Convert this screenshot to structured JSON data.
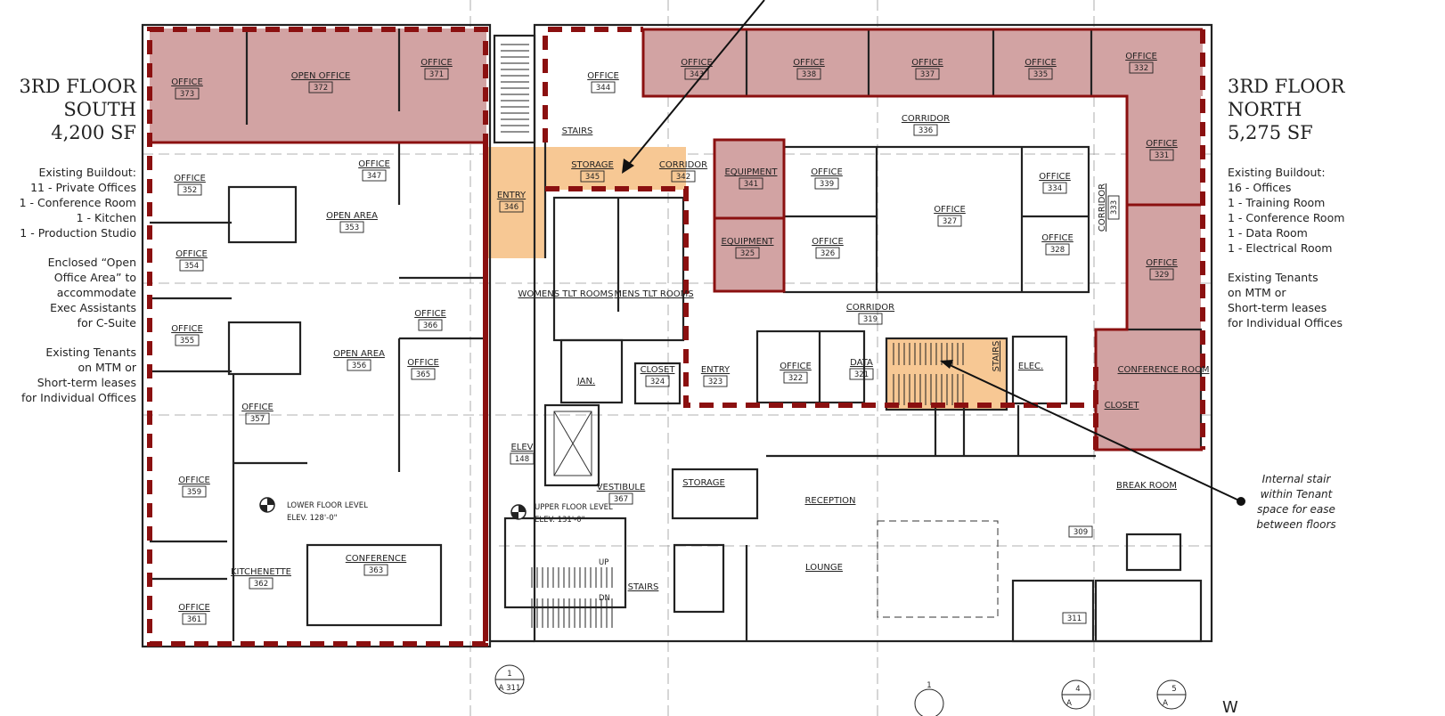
{
  "colors": {
    "leased_fill": "#d2a3a3",
    "highlight_fill": "#f7c894",
    "tenant_boundary": "#8b1010",
    "line": "#222222"
  },
  "south": {
    "title": [
      "3RD FLOOR",
      "SOUTH",
      "4,200 SF"
    ],
    "notes": [
      [
        "Existing Buildout:",
        "11 - Private Offices",
        "1 - Conference Room",
        "1 - Kitchen",
        "1 - Production Studio"
      ],
      [
        "Enclosed “Open",
        "Office Area” to",
        "accommodate",
        "Exec Assistants",
        "for C-Suite"
      ],
      [
        "Existing Tenants",
        "on MTM or",
        "Short-term leases",
        "for Individual Offices"
      ]
    ]
  },
  "north": {
    "title": [
      "3RD FLOOR",
      "NORTH",
      "5,275 SF"
    ],
    "notes": [
      [
        "Existing Buildout:",
        "16 - Offices",
        "1 - Training Room",
        "1 - Conference Room",
        "1 - Data Room",
        "1 - Electrical Room"
      ],
      [
        "Existing Tenants",
        "on MTM or",
        "Short-term leases",
        "for Individual Offices"
      ]
    ]
  },
  "callout": "Internal stair within Tenant space for ease between floors",
  "rooms": [
    {
      "label": "OFFICE",
      "number": "373",
      "shade": "leased"
    },
    {
      "label": "OPEN OFFICE",
      "number": "372",
      "shade": "leased"
    },
    {
      "label": "OFFICE",
      "number": "371",
      "shade": "leased"
    },
    {
      "label": "OFFICE",
      "number": "352"
    },
    {
      "label": "OFFICE",
      "number": "354"
    },
    {
      "label": "OFFICE",
      "number": "355"
    },
    {
      "label": "OFFICE",
      "number": "357"
    },
    {
      "label": "OFFICE",
      "number": "359"
    },
    {
      "label": "OFFICE",
      "number": "361"
    },
    {
      "label": "OPEN AREA",
      "number": "353"
    },
    {
      "label": "OPEN AREA",
      "number": "356"
    },
    {
      "label": "OFFICE",
      "number": "347"
    },
    {
      "label": "OFFICE",
      "number": "366"
    },
    {
      "label": "OFFICE",
      "number": "365"
    },
    {
      "label": "KITCHENETTE",
      "number": "362"
    },
    {
      "label": "CONFERENCE",
      "number": "363"
    },
    {
      "label": "ENTRY",
      "number": "346",
      "shade": "highlight"
    },
    {
      "label": "STORAGE",
      "number": "345",
      "shade": "highlight"
    },
    {
      "label": "CORRIDOR",
      "number": "342"
    },
    {
      "label": "OFFICE",
      "number": "344"
    },
    {
      "label": "STAIRS",
      "number": ""
    },
    {
      "label": "WOMENS TLT ROOMS",
      "number": ""
    },
    {
      "label": "MENS TLT ROOMS",
      "number": ""
    },
    {
      "label": "JAN.",
      "number": ""
    },
    {
      "label": "CLOSET",
      "number": "324"
    },
    {
      "label": "ELEV",
      "number": "148"
    },
    {
      "label": "VESTIBULE",
      "number": "367"
    },
    {
      "label": "STORAGE",
      "number": ""
    },
    {
      "label": "STAIRS",
      "number": ""
    },
    {
      "label": "ENTRY",
      "number": "323"
    },
    {
      "label": "RECEPTION",
      "number": ""
    },
    {
      "label": "LOUNGE",
      "number": ""
    },
    {
      "label": "",
      "number": "309"
    },
    {
      "label": "BREAK ROOM",
      "number": ""
    },
    {
      "label": "",
      "number": "311"
    },
    {
      "label": "OFFICE",
      "number": "343",
      "shade": "leased"
    },
    {
      "label": "OFFICE",
      "number": "338",
      "shade": "leased"
    },
    {
      "label": "OFFICE",
      "number": "337",
      "shade": "leased"
    },
    {
      "label": "OFFICE",
      "number": "335",
      "shade": "leased"
    },
    {
      "label": "OFFICE",
      "number": "332",
      "shade": "leased"
    },
    {
      "label": "CORRIDOR",
      "number": "336"
    },
    {
      "label": "OFFICE",
      "number": "331",
      "shade": "leased"
    },
    {
      "label": "OFFICE",
      "number": "329",
      "shade": "leased"
    },
    {
      "label": "EQUIPMENT",
      "number": "341",
      "shade": "leased"
    },
    {
      "label": "EQUIPMENT",
      "number": "325",
      "shade": "leased"
    },
    {
      "label": "OFFICE",
      "number": "339"
    },
    {
      "label": "OFFICE",
      "number": "326"
    },
    {
      "label": "OFFICE",
      "number": "327"
    },
    {
      "label": "OFFICE",
      "number": "334"
    },
    {
      "label": "OFFICE",
      "number": "328"
    },
    {
      "label": "CORRIDOR",
      "number": "333"
    },
    {
      "label": "CORRIDOR",
      "number": "319"
    },
    {
      "label": "OFFICE",
      "number": "322"
    },
    {
      "label": "DATA",
      "number": "321"
    },
    {
      "label": "STAIRS",
      "number": "",
      "shade": "highlight"
    },
    {
      "label": "ELEC.",
      "number": ""
    },
    {
      "label": "CONFERENCE ROOM",
      "number": "",
      "shade": "leased"
    },
    {
      "label": "CLOSET",
      "number": ""
    }
  ],
  "level_markers": [
    {
      "name": "LOWER FLOOR LEVEL",
      "elev": "ELEV. 128'-0\""
    },
    {
      "name": "UPPER FLOOR LEVEL",
      "elev": "ELEV. 131'-0\""
    }
  ],
  "section_tags": [
    {
      "top": "1",
      "bottom": "A 311"
    },
    {
      "top": "1",
      "bottom": ""
    },
    {
      "top": "4",
      "bottom": "A"
    },
    {
      "top": "5",
      "bottom": "A"
    }
  ],
  "stair_marks": [
    "UP",
    "DN"
  ],
  "compass": "W"
}
